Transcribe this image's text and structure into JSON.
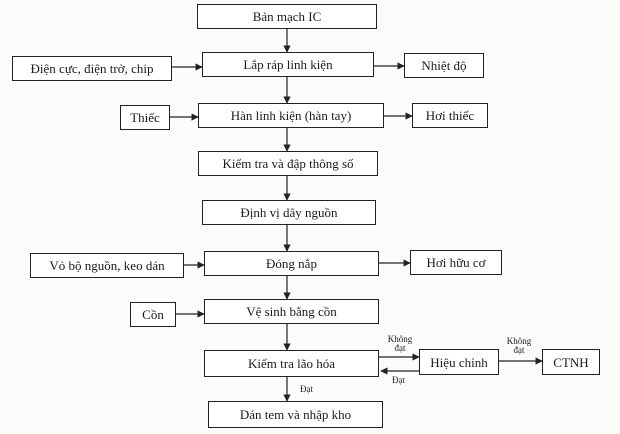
{
  "diagram": {
    "main_steps": [
      "Bản mạch IC",
      "Lắp ráp linh kiện",
      "Hàn linh kiện (hàn tay)",
      "Kiểm tra và đập thông số",
      "Định vị dây nguồn",
      "Đóng nắp",
      "Vệ sinh bằng cồn",
      "Kiểm tra lão hóa",
      "Dán tem và nhập kho"
    ],
    "inputs": [
      "Điện cực, điện trở, chip",
      "Thiếc",
      "Vỏ bộ nguồn, keo dán",
      "Cồn"
    ],
    "outputs": [
      "Nhiệt độ",
      "Hơi thiếc",
      "Hơi hữu cơ"
    ],
    "correction": {
      "box": "Hiệu chỉnh",
      "waste": "CTNH",
      "fail_label_1": "Không đạt",
      "fail_label_2": "Không đạt",
      "pass_back_label": "Đạt",
      "pass_label": "Đạt"
    }
  }
}
